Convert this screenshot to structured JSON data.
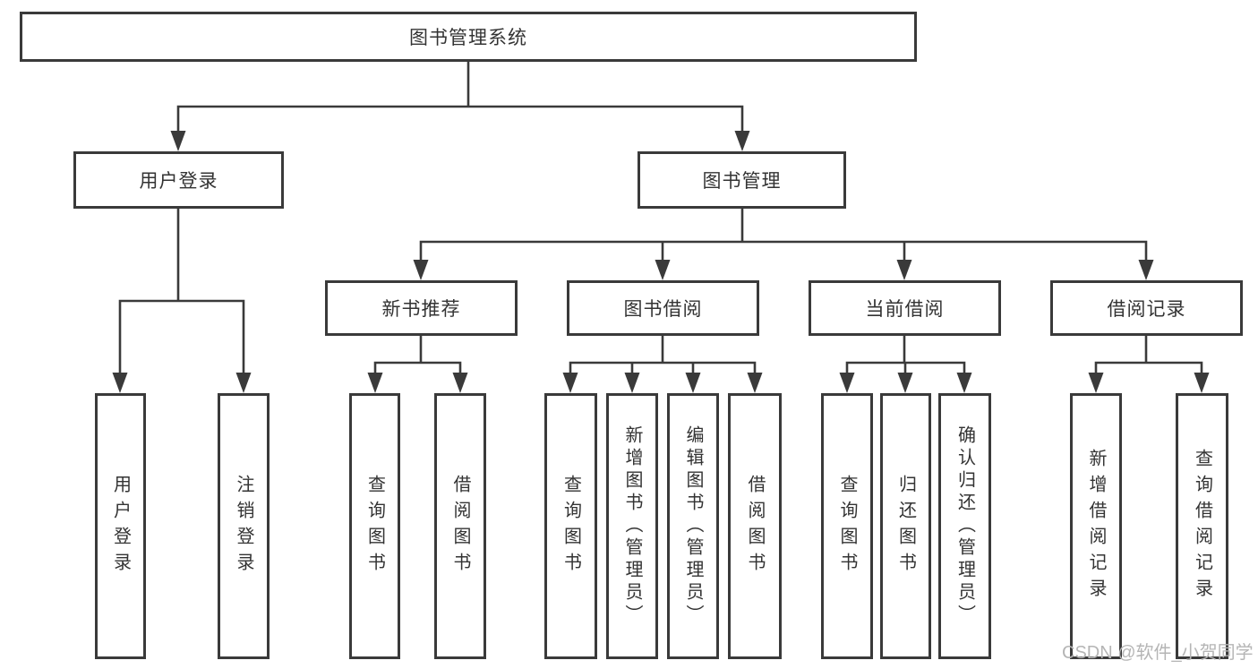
{
  "colors": {
    "line": "#3a3a3a",
    "text": "#333333",
    "background": "#ffffff",
    "watermark": "#b5b5b5"
  },
  "tree": {
    "root": {
      "label": "图书管理系统"
    },
    "branches": [
      {
        "label": "用户登录",
        "children": [
          {
            "label": "用户登录"
          },
          {
            "label": "注销登录"
          }
        ]
      },
      {
        "label": "图书管理",
        "children": [
          {
            "label": "新书推荐",
            "children": [
              {
                "label": "查询图书"
              },
              {
                "label": "借阅图书"
              }
            ]
          },
          {
            "label": "图书借阅",
            "children": [
              {
                "label": "查询图书"
              },
              {
                "label": "新增图书（管理员）"
              },
              {
                "label": "编辑图书（管理员）"
              },
              {
                "label": "借阅图书"
              }
            ]
          },
          {
            "label": "当前借阅",
            "children": [
              {
                "label": "查询图书"
              },
              {
                "label": "归还图书"
              },
              {
                "label": "确认归还（管理员）"
              }
            ]
          },
          {
            "label": "借阅记录",
            "children": [
              {
                "label": "新增借阅记录"
              },
              {
                "label": "查询借阅记录"
              }
            ]
          }
        ]
      }
    ]
  },
  "watermark": {
    "text": "CSDN @软件_小贺同学"
  }
}
